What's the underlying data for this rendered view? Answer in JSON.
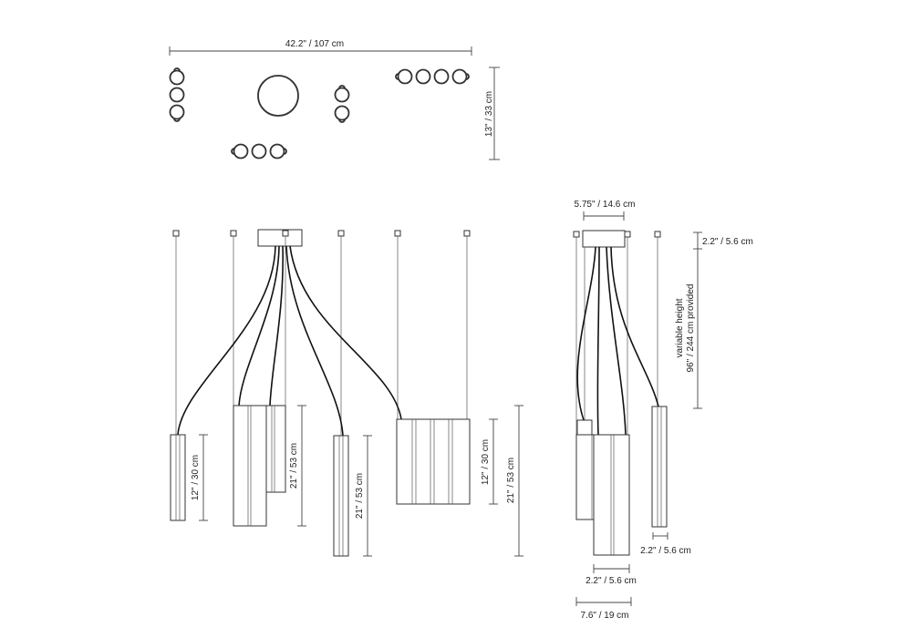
{
  "plan_view": {
    "width_label": "42.2\" / 107 cm",
    "depth_label": "13\" / 33 cm"
  },
  "front_view": {
    "dim_labels": [
      "12\" / 30 cm",
      "21\" / 53 cm",
      "21\" / 53 cm",
      "12\" / 30 cm",
      "21\" / 53 cm"
    ]
  },
  "side_view": {
    "canopy_width_label": "5.75\" / 14.6 cm",
    "canopy_height_label": "2.2\" / 5.6 cm",
    "variable_height_label": "variable height",
    "cable_length_label": "96\" / 244 cm provided",
    "single_diameter_label": "2.2\" / 5.6 cm",
    "cluster_diameter_label": "2.2\" / 5.6 cm",
    "cluster_width_label": "7.6\" / 19 cm"
  }
}
